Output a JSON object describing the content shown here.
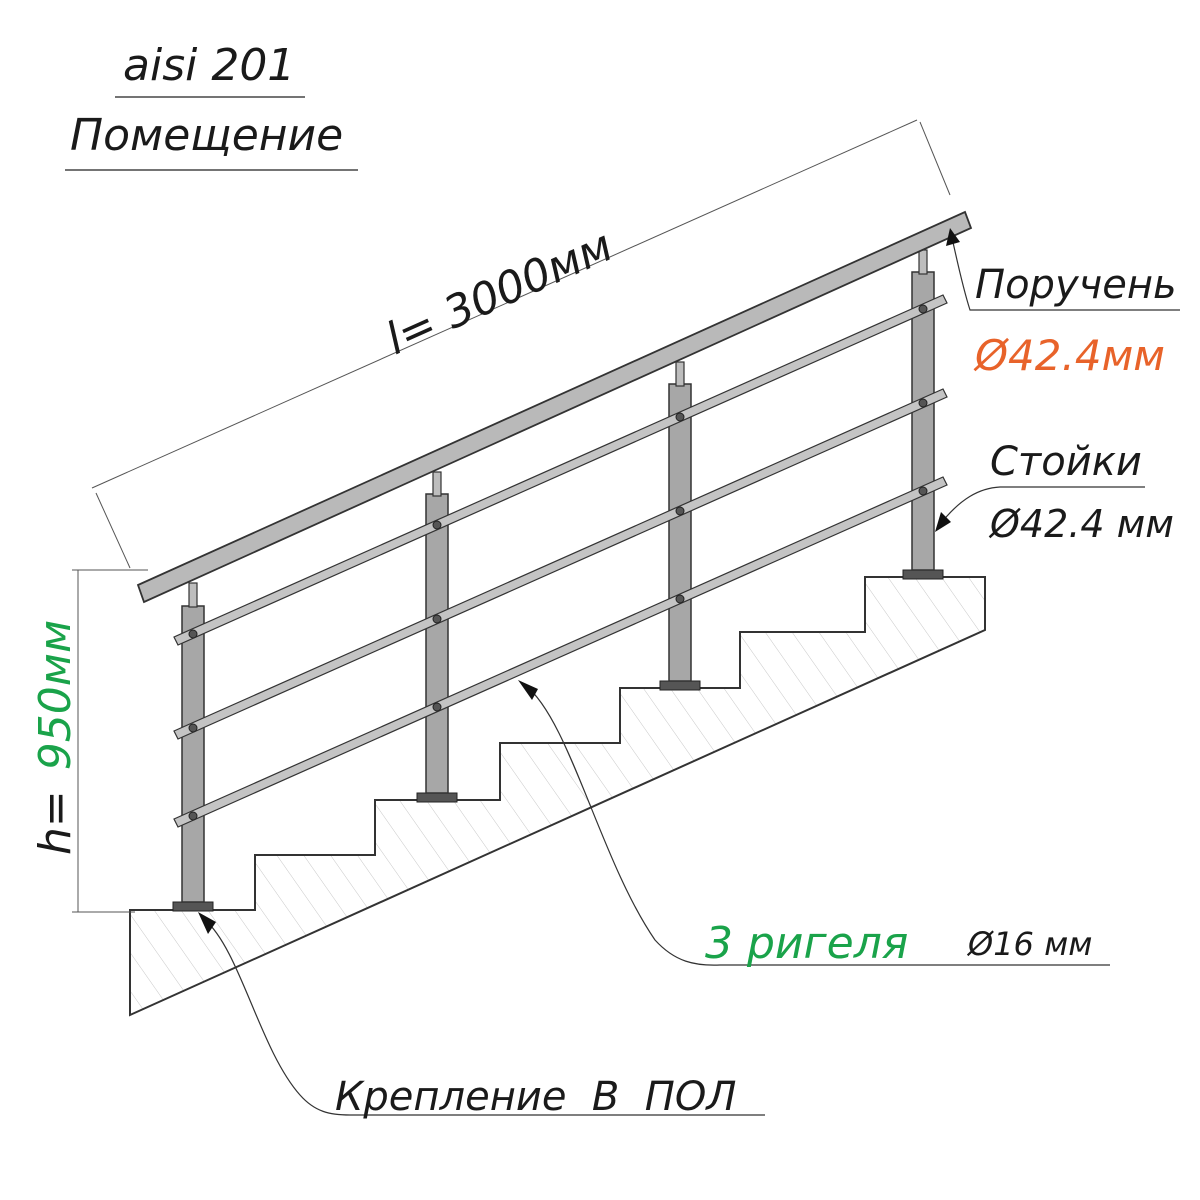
{
  "title": {
    "material": "aisi 201",
    "location": "Помещение"
  },
  "dimensions": {
    "length_label": "l= 3000мм",
    "height_prefix": "h=",
    "height_value": "950мм"
  },
  "callouts": {
    "handrail_name": "Поручень",
    "handrail_diameter": "Ø42.4мм",
    "posts_name": "Стойки",
    "posts_diameter": "Ø42.4 мм",
    "rails_name": "3 ригеля",
    "rails_diameter": "Ø16 мм",
    "mount_label": "Крепление  В  ПОЛ"
  },
  "colors": {
    "text": "#1a1a1a",
    "handrail_accent": "#e8632a",
    "height_accent": "#1aa34a",
    "rails_accent": "#1aa34a",
    "metal": "#a7a7a7",
    "outline": "#333333"
  }
}
